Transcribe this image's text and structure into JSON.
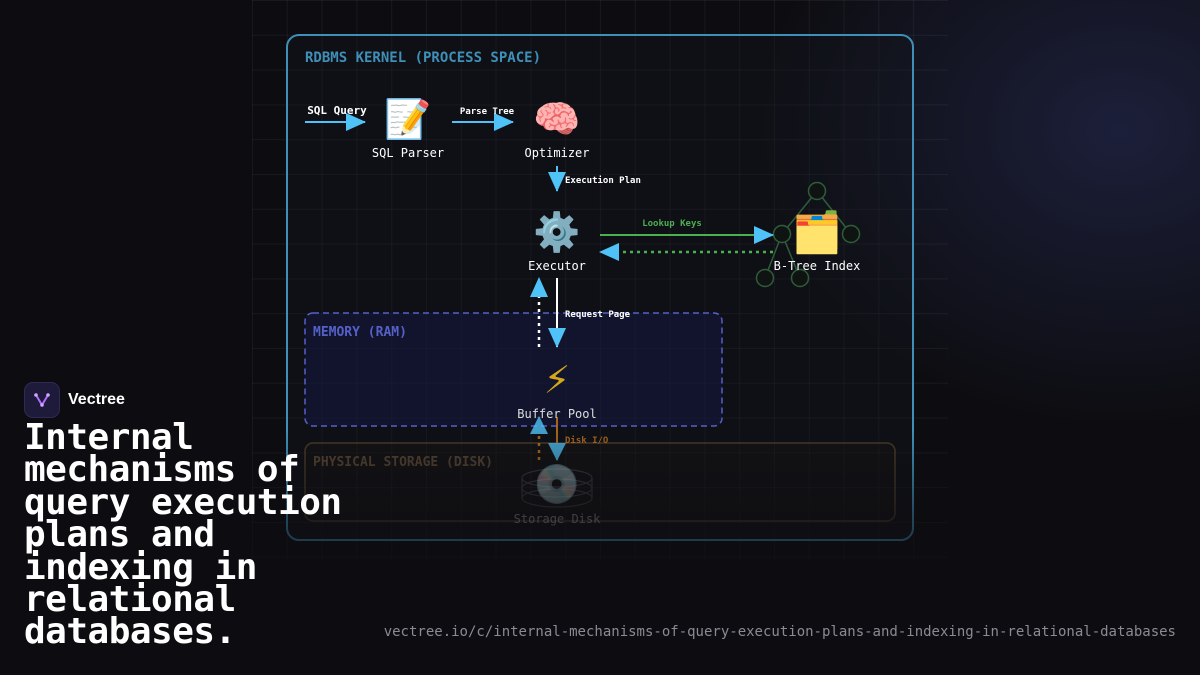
{
  "brand": {
    "name": "Vectree",
    "logo_icon": "vectree-logo-icon"
  },
  "headline": "Internal mechanisms of query execution plans and indexing in relational databases.",
  "url": "vectree.io/c/internal-mechanisms-of-query-execution-plans-and-indexing-in-relational-databases",
  "diagram": {
    "zones": {
      "kernel": {
        "title": "RDBMS KERNEL (PROCESS SPACE)",
        "color": "#3f8fb7"
      },
      "memory": {
        "title": "MEMORY (RAM)",
        "color": "#5560c8"
      },
      "storage": {
        "title": "PHYSICAL STORAGE (DISK)",
        "color": "#7a5a3a"
      }
    },
    "nodes": {
      "parser": {
        "label": "SQL Parser",
        "icon": "memo-icon",
        "glyph": "📝"
      },
      "optimizer": {
        "label": "Optimizer",
        "icon": "brain-icon",
        "glyph": "🧠"
      },
      "executor": {
        "label": "Executor",
        "icon": "gear-icon",
        "glyph": "⚙️"
      },
      "btree": {
        "label": "B-Tree Index",
        "icon": "card-index-dividers-icon",
        "glyph": "🗂️"
      },
      "buffer": {
        "label": "Buffer Pool",
        "icon": "lightning-icon",
        "glyph": "⚡"
      },
      "disk": {
        "label": "Storage Disk",
        "icon": "optical-disk-icon",
        "glyph": "💿"
      }
    },
    "edges": {
      "sql_query": "SQL Query",
      "parse_tree": "Parse Tree",
      "execution_plan": "Execution Plan",
      "lookup_keys": "Lookup Keys",
      "request_page": "Request Page",
      "disk_io": "Disk I/O"
    },
    "colors": {
      "flow": "#4fc3f7",
      "lookup": "#4caf50",
      "io": "#c8781e",
      "page": "#ffffff"
    }
  }
}
